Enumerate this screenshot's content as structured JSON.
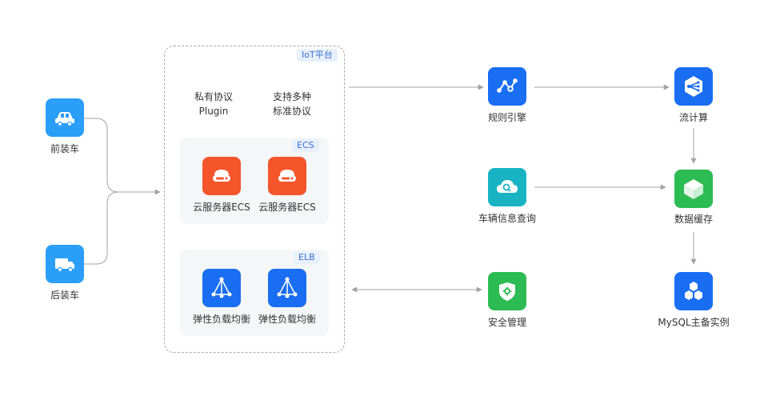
{
  "vehicles": {
    "front": "前装车",
    "rear": "后装车"
  },
  "iot": {
    "tag": "IoT平台",
    "private_protocol": [
      "私有协议",
      "Plugin"
    ],
    "standard_protocol": [
      "支持多种",
      "标准协议"
    ],
    "ecs": {
      "tag": "ECS",
      "items": [
        "云服务器ECS",
        "云服务器ECS"
      ]
    },
    "elb": {
      "tag": "ELB",
      "items": [
        "弹性负载均衡",
        "弹性负载均衡"
      ]
    }
  },
  "services": {
    "rule_engine": "规则引擎",
    "vehicle_query": "车辆信息查询",
    "security": "安全管理",
    "stream_compute": "流计算",
    "data_cache": "数据缓存",
    "mysql": "MySQL主备实例"
  },
  "colors": {
    "vehicle_blue": "#2b9ef8",
    "service_blue": "#1a6ef2",
    "ecs_orange": "#f4552b",
    "teal": "#19b3c4",
    "green": "#2dbb53",
    "line": "#a3a3a3"
  },
  "icons": {
    "front_vehicle": "car-icon",
    "rear_vehicle": "truck-icon",
    "ecs": "server-icon",
    "elb": "load-balancer-icon",
    "rule_engine": "rule-engine-icon",
    "vehicle_query": "cloud-search-icon",
    "security": "shield-icon",
    "stream_compute": "stream-compute-icon",
    "data_cache": "cube-icon",
    "mysql": "database-hex-icon"
  }
}
